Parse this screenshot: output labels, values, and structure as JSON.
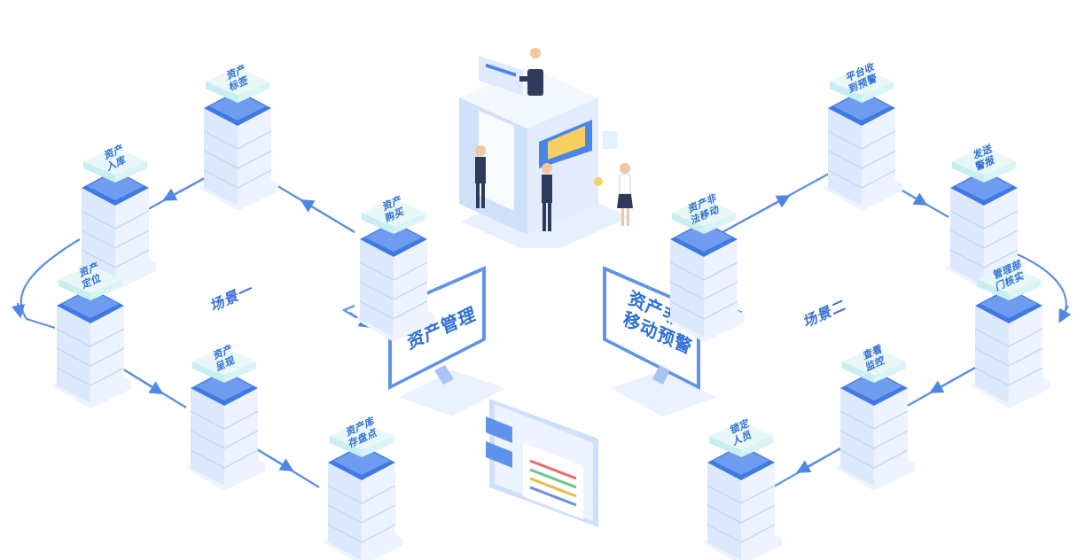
{
  "scenes": {
    "left": "场景一",
    "right": "场景二"
  },
  "center": {
    "left_monitor": "资产管理",
    "right_monitor_line1": "资产非法",
    "right_monitor_line2": "移动预警"
  },
  "left_nodes": [
    {
      "id": "asset-label",
      "line1": "资产",
      "line2": "标签"
    },
    {
      "id": "asset-storage",
      "line1": "资产",
      "line2": "入库"
    },
    {
      "id": "asset-purchase",
      "line1": "资产",
      "line2": "购买"
    },
    {
      "id": "asset-location",
      "line1": "资产",
      "line2": "定位"
    },
    {
      "id": "asset-display",
      "line1": "资产",
      "line2": "呈现"
    },
    {
      "id": "asset-inventory",
      "line1": "资产库",
      "line2": "存盘点"
    }
  ],
  "right_nodes": [
    {
      "id": "platform-alert",
      "line1": "平台收",
      "line2": "到预警"
    },
    {
      "id": "send-alarm",
      "line1": "发送",
      "line2": "警报"
    },
    {
      "id": "illegal-move",
      "line1": "资产非",
      "line2": "法移动"
    },
    {
      "id": "dept-verify",
      "line1": "管理部",
      "line2": "门核实"
    },
    {
      "id": "view-monitor",
      "line1": "查看",
      "line2": "监控"
    },
    {
      "id": "lock-person",
      "line1": "锁定",
      "line2": "人员"
    }
  ],
  "colors": {
    "accent": "#2f6fd6",
    "line": "#5b8fe6",
    "server_top": "#3f7ae3",
    "server_body": "#eef4ff",
    "tag": "#e9f7f8"
  },
  "icons": [
    "server-icon",
    "monitor-icon",
    "person-icon",
    "kiosk-icon",
    "dashboard-icon"
  ]
}
